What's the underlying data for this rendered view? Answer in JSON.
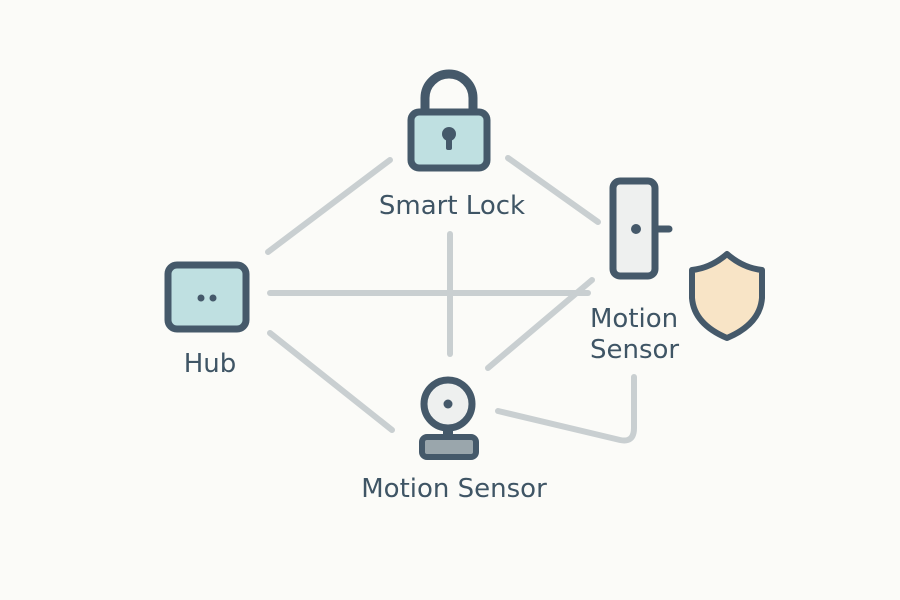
{
  "colors": {
    "background": "#fbfbf8",
    "connector": "#c9cfd1",
    "outline": "#45596a",
    "device_fill": "#bfe0e1",
    "sensor_fill": "#eef0ef",
    "shield_fill": "#f8e4c6",
    "label": "#3f5565"
  },
  "nodes": {
    "smart_lock": {
      "label": "Smart Lock",
      "icon": "padlock-icon"
    },
    "hub": {
      "label": "Hub",
      "icon": "hub-icon"
    },
    "door_sensor": {
      "label_line1": "Motion",
      "label_line2": "Sensor",
      "icon": "door-sensor-icon"
    },
    "camera": {
      "label": "Motion Sensor",
      "icon": "camera-icon"
    },
    "shield": {
      "icon": "shield-icon"
    }
  }
}
